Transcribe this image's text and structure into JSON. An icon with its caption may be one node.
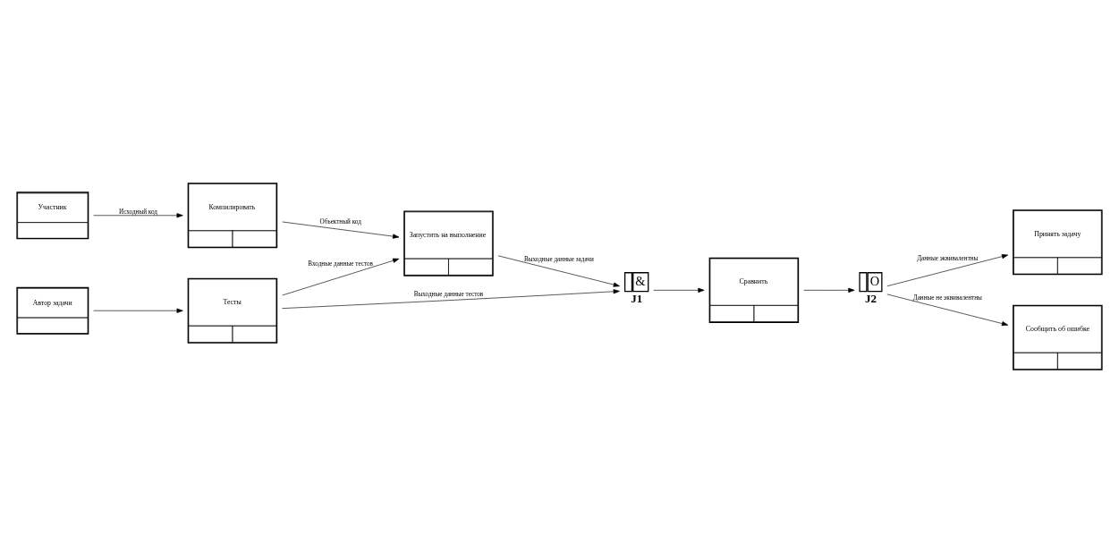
{
  "diagram": {
    "nodes": [
      {
        "text": [
          "Участник"
        ]
      },
      {
        "text": [
          "Компилировать"
        ]
      },
      {
        "text": [
          "Запустить на выполнение"
        ]
      },
      {
        "text": [
          "Автор задачи"
        ]
      },
      {
        "text": [
          "Тесты"
        ]
      },
      {
        "text": [
          "&"
        ],
        "beside": [
          "J1"
        ]
      },
      {
        "text": [
          "Сравнить"
        ]
      },
      {
        "text": [
          "O"
        ],
        "beside": [
          "J2"
        ]
      },
      {
        "text": [
          "Принять задачу"
        ]
      },
      {
        "text": [
          "Сообщить об ошибке"
        ]
      }
    ],
    "edges": [
      {
        "from": 0,
        "to": 1,
        "arrow": "to",
        "label": "Исходный код"
      },
      {
        "from": 1,
        "to": 2,
        "arrow": "to",
        "label": "Обьектный код"
      },
      {
        "from": 4,
        "to": 2,
        "arrow": "to",
        "label": "Входные данные тестов"
      },
      {
        "from": 2,
        "to": 5,
        "arrow": "to",
        "label": "Выходные данные задачи"
      },
      {
        "from": 4,
        "to": 5,
        "arrow": "to",
        "label": "Выходные данные тестов"
      },
      {
        "from": 3,
        "to": 4,
        "arrow": "to"
      },
      {
        "from": 5,
        "to": 6,
        "arrow": "to"
      },
      {
        "from": 6,
        "to": 7,
        "arrow": "to"
      },
      {
        "from": 7,
        "to": 8,
        "arrow": "to",
        "label": "Данные эквивалентны"
      },
      {
        "from": 7,
        "to": 9,
        "arrow": "to",
        "label": "Данные не эквивалентны"
      }
    ]
  }
}
